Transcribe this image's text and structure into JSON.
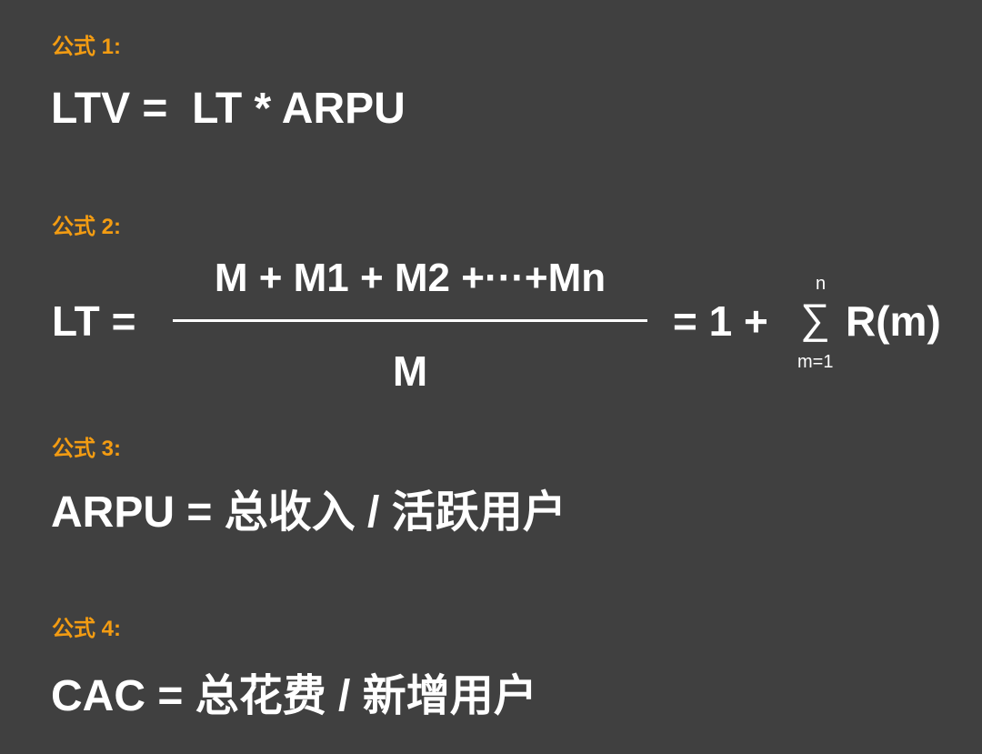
{
  "formula1": {
    "label": "公式 1:",
    "text": "LTV =  LT * ARPU"
  },
  "formula2": {
    "label": "公式 2:",
    "lhs": "LT =",
    "numerator": "M + M1 + M2 +···+Mn",
    "denominator": "M",
    "rhs_prefix": "= 1 +",
    "sigma": "∑",
    "sigma_upper": "n",
    "sigma_lower": "m=1",
    "rhs_suffix": "R(m)"
  },
  "formula3": {
    "label": "公式 3:",
    "text": "ARPU = 总收入 / 活跃用户"
  },
  "formula4": {
    "label": "公式 4:",
    "text": "CAC = 总花费 / 新增用户"
  },
  "colors": {
    "background": "#404040",
    "label": "#f39c12",
    "text": "#ffffff"
  }
}
